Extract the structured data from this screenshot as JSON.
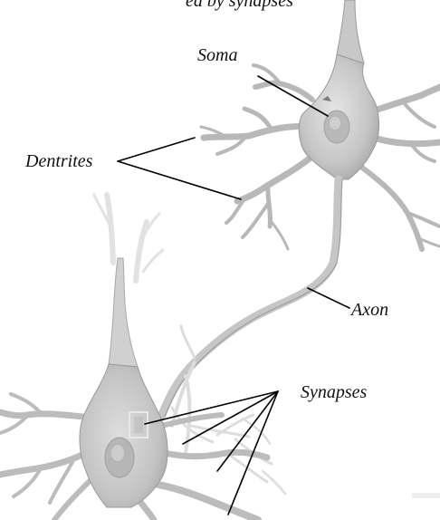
{
  "caption_top": "ed by synapses",
  "labels": {
    "soma": "Soma",
    "dendrites": "Dentrites",
    "axon": "Axon",
    "synapses": "Synapses"
  },
  "colors": {
    "background": "#ffffff",
    "label_text": "#111111",
    "leader_lines": "#000000",
    "neuron_fill": "#d2d2d2",
    "neuron_dark": "#9a9a9a",
    "neuron_faded": "#e6e6e6"
  }
}
